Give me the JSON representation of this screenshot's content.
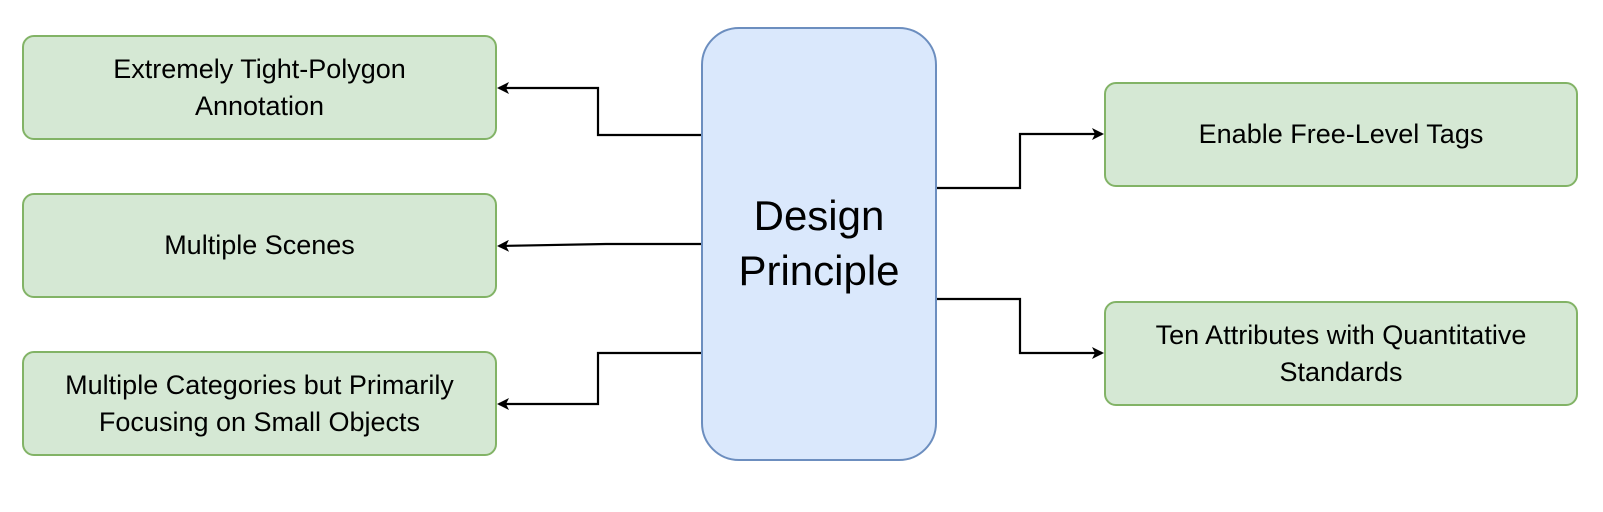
{
  "center": {
    "label": "Design\nPrinciple",
    "fill": "#dae8fc",
    "stroke": "#6c8ebf"
  },
  "left": [
    {
      "label": "Extremely Tight-Polygon\nAnnotation"
    },
    {
      "label": "Multiple Scenes"
    },
    {
      "label": "Multiple Categories but Primarily\nFocusing on Small Objects"
    }
  ],
  "right": [
    {
      "label": "Enable Free-Level Tags"
    },
    {
      "label": "Ten Attributes with Quantitative\nStandards"
    }
  ],
  "colors": {
    "leaf_fill": "#d5e8d4",
    "leaf_stroke": "#82b366",
    "connector": "#000000"
  }
}
